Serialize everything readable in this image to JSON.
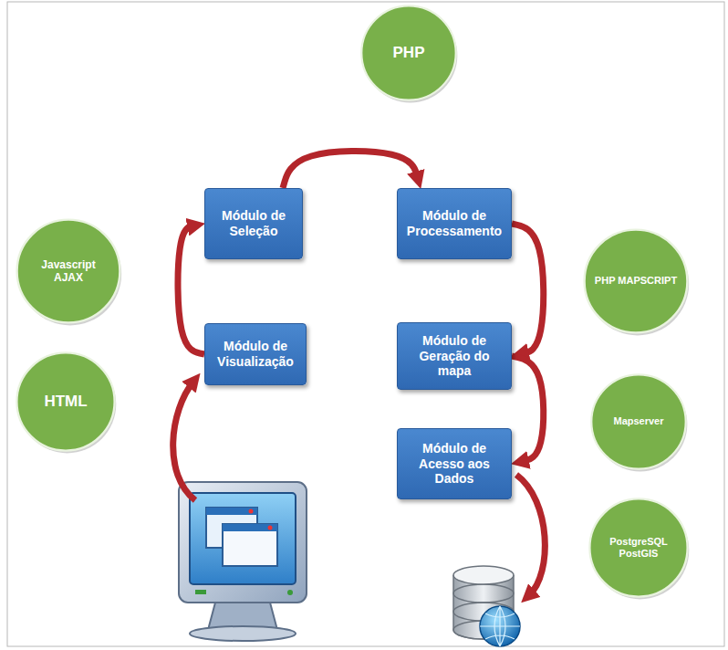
{
  "diagram": {
    "nodes": [
      {
        "text": [
          "PHP"
        ]
      },
      {
        "text": [
          "Javascript AJAX"
        ]
      },
      {
        "text": [
          "Módulo de Seleção"
        ]
      },
      {
        "text": [
          "Módulo de Processamento"
        ]
      },
      {
        "text": [
          "PHP MAPSCRIPT"
        ]
      },
      {
        "text": [
          "Módulo de Visualização"
        ]
      },
      {
        "text": [
          "Módulo de Geração do mapa"
        ]
      },
      {
        "text": [
          "HTML"
        ]
      },
      {
        "text": [
          "Mapserver"
        ]
      },
      {
        "text": [
          "Módulo de Acesso aos Dados"
        ]
      },
      {
        "text": [
          "PostgreSQL PostGIS"
        ]
      }
    ],
    "edges": [
      {
        "from": 5,
        "to": 2,
        "arrow": "to"
      },
      {
        "from": 2,
        "to": 3,
        "arrow": "to"
      },
      {
        "from": 3,
        "to": 6,
        "arrow": "to"
      },
      {
        "from": 6,
        "to": 9,
        "arrow": "to"
      }
    ]
  }
}
